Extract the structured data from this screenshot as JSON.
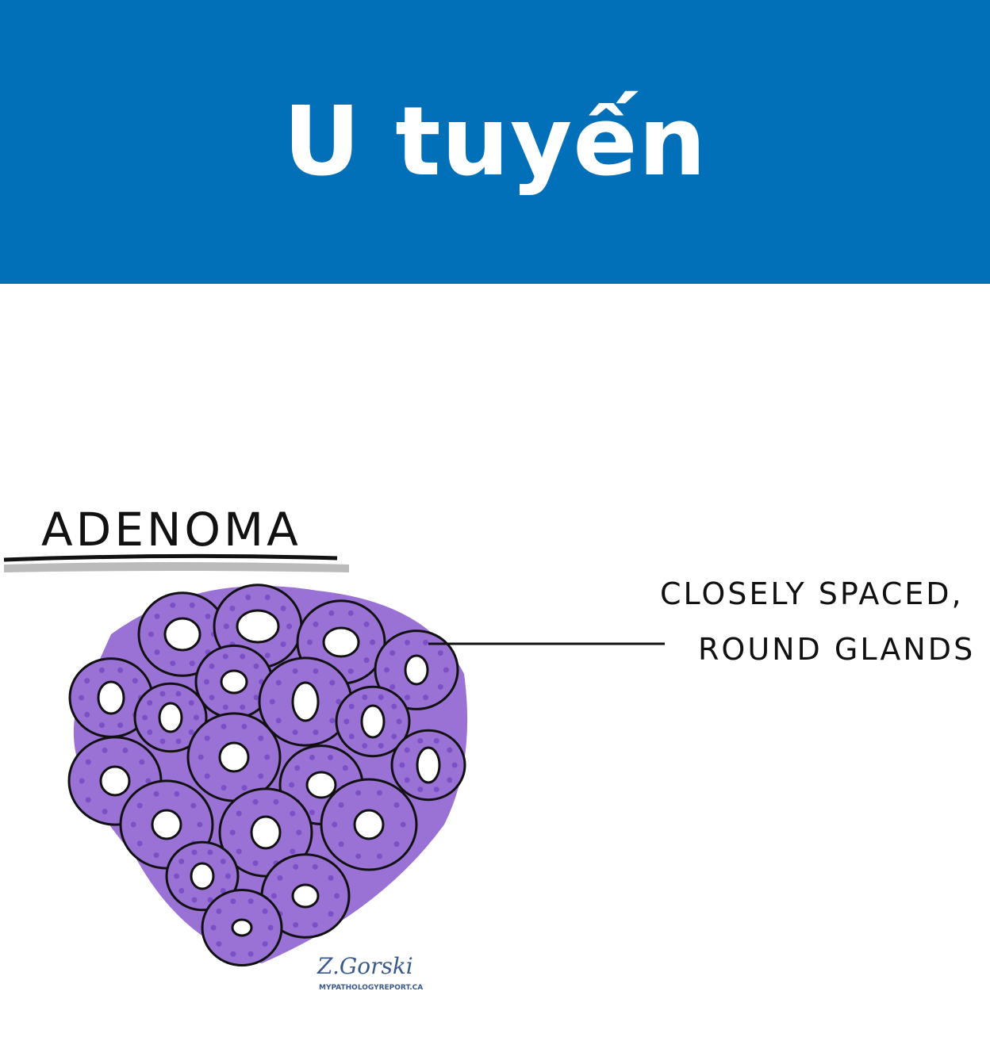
{
  "header": {
    "title": "U tuyến"
  },
  "illustration": {
    "heading": "ADENOMA",
    "annotation_line1": "CLOSELY SPACED,",
    "annotation_line2": "ROUND GLANDS",
    "signature": "Z.Gorski",
    "credit": "MYPATHOLOGYREPORT.CA",
    "colors": {
      "banner": "#0270b8",
      "gland": "#9a72d6",
      "gland_dark": "#7d4fc6",
      "lumen": "#ffffff"
    }
  }
}
